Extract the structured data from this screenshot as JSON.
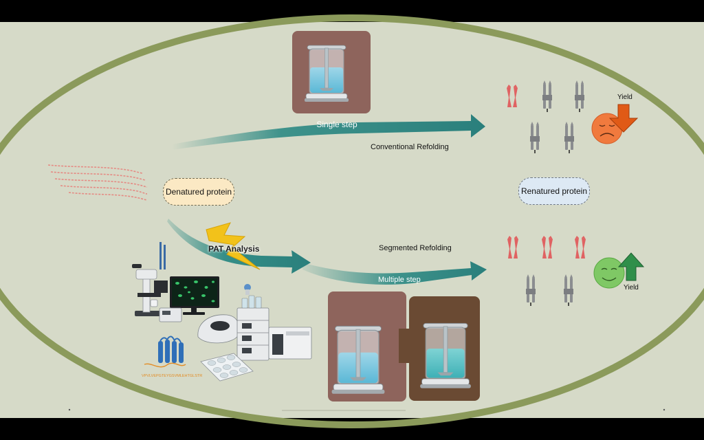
{
  "labels": {
    "single_step": "Single step",
    "conventional_refolding": "Conventional Refolding",
    "denatured_protein": "Denatured protein",
    "renatured_protein": "Renatured protein",
    "pat_analysis": "PAT Analysis",
    "segmented_refolding": "Segmented Refolding",
    "multiple_step": "Multiple step",
    "yield_top": "Yield",
    "yield_bottom": "Yield"
  },
  "sequence_text": "VPVLVEPGTEYGSVMLEHTGLSTR",
  "colors": {
    "background": "#d6dac8",
    "ellipse_ring": "#8b9a5b",
    "arrow_teal": "#2d8a84",
    "misfolded_red": "#e06262",
    "folded_gray": "#8b8d90",
    "sad_face": "#f07a3e",
    "happy_face": "#7fc865",
    "yield_down": "#e05a16",
    "yield_up": "#2f8f4a",
    "reactor_bg_1": "#8e645c",
    "reactor_bg_2": "#6a4a33",
    "pat_bolt": "#f2c21a"
  },
  "icons": [
    "microscope-icon",
    "monitor-icon",
    "probe-icon",
    "chromatography-system-icon",
    "spectrometer-icon",
    "well-plate-icon",
    "protein-structure-icon",
    "sad-face-icon",
    "happy-face-icon",
    "yield-down-arrow-icon",
    "yield-up-arrow-icon",
    "lightning-bolt-icon",
    "reactor-vessel-icon"
  ]
}
